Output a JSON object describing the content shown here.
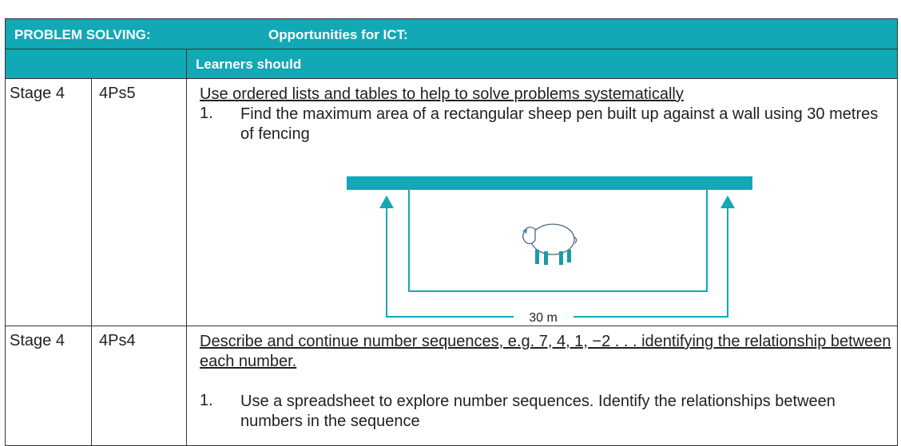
{
  "header": {
    "section_title": "PROBLEM SOLVING:",
    "ict_title": "Opportunities for ICT:",
    "learners_should": "Learners should"
  },
  "rows": [
    {
      "stage": "Stage 4",
      "code": "4Ps5",
      "objective": "Use ordered lists and tables to help to solve problems systematically",
      "item_number": "1.",
      "item_text": "Find the maximum area of a rectangular sheep pen built up against a wall using 30 metres of fencing",
      "diagram_label": "30 m"
    },
    {
      "stage": "Stage 4",
      "code": "4Ps4",
      "objective": "Describe and continue number sequences, e.g. 7, 4, 1, −2 . . . identifying the relationship between each number.",
      "item_number": "1.",
      "item_text": "Use a spreadsheet to explore number sequences. Identify the relationships between numbers in the sequence"
    }
  ],
  "colors": {
    "accent": "#13a8b5",
    "text": "#231f20"
  }
}
